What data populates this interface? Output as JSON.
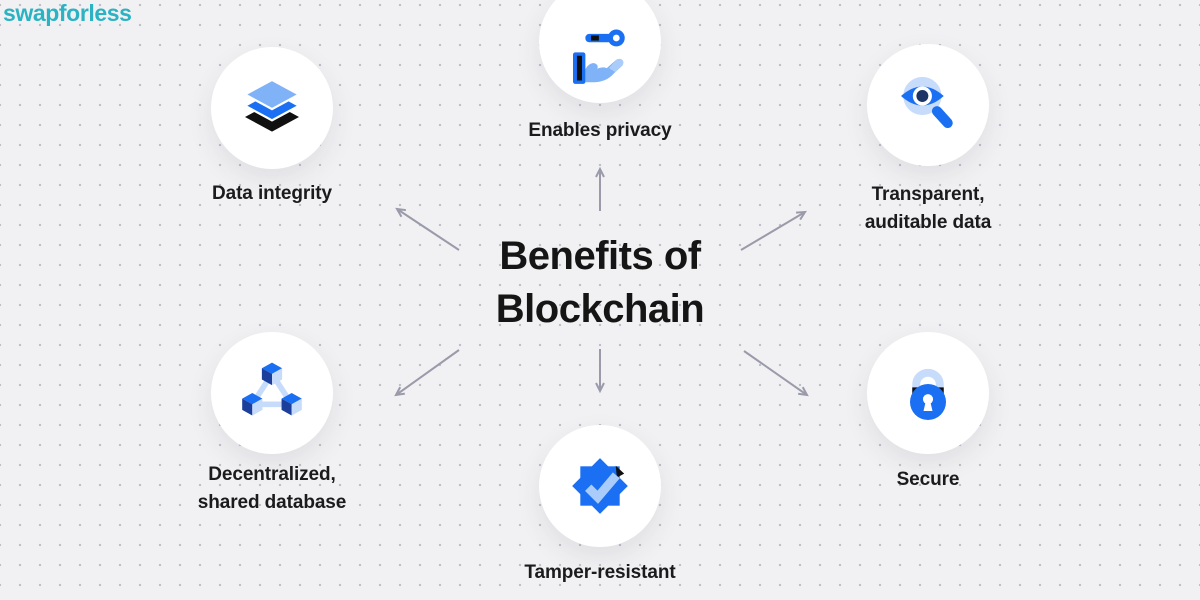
{
  "brand": {
    "name": "swapforless"
  },
  "title": {
    "line1": "Benefits of",
    "line2": "Blockchain"
  },
  "benefits": [
    {
      "id": "data-integrity",
      "label1": "Data integrity",
      "label2": "",
      "icon": "layers-stack-icon"
    },
    {
      "id": "enables-privacy",
      "label1": "Enables privacy",
      "label2": "",
      "icon": "key-in-hand-icon"
    },
    {
      "id": "transparent-auditable",
      "label1": "Transparent,",
      "label2": "auditable data",
      "icon": "eye-magnifier-icon"
    },
    {
      "id": "decentralized-shared",
      "label1": "Decentralized,",
      "label2": "shared database",
      "icon": "linked-cubes-icon"
    },
    {
      "id": "tamper-resistant",
      "label1": "Tamper-resistant",
      "label2": "",
      "icon": "verified-badge-check-icon"
    },
    {
      "id": "secure",
      "label1": "Secure",
      "label2": "",
      "icon": "padlock-icon"
    }
  ],
  "colors": {
    "background": "#f1f1f3",
    "dot_grid": "#bfbfca",
    "brand_teal": "#2bb3c3",
    "title_text": "#151515",
    "label_text": "#1b1b1d",
    "arrow": "#9a9aaa",
    "icon_blue": "#1a6ff2",
    "icon_light_blue": "#7fb2f7",
    "icon_soft_blue": "#a9ccfa",
    "icon_pale_blue": "#c7dcfb",
    "icon_navy": "#1d3566",
    "icon_dark_blue": "#1c3f9c",
    "icon_black": "#101010",
    "circle_fill": "#ffffff"
  }
}
